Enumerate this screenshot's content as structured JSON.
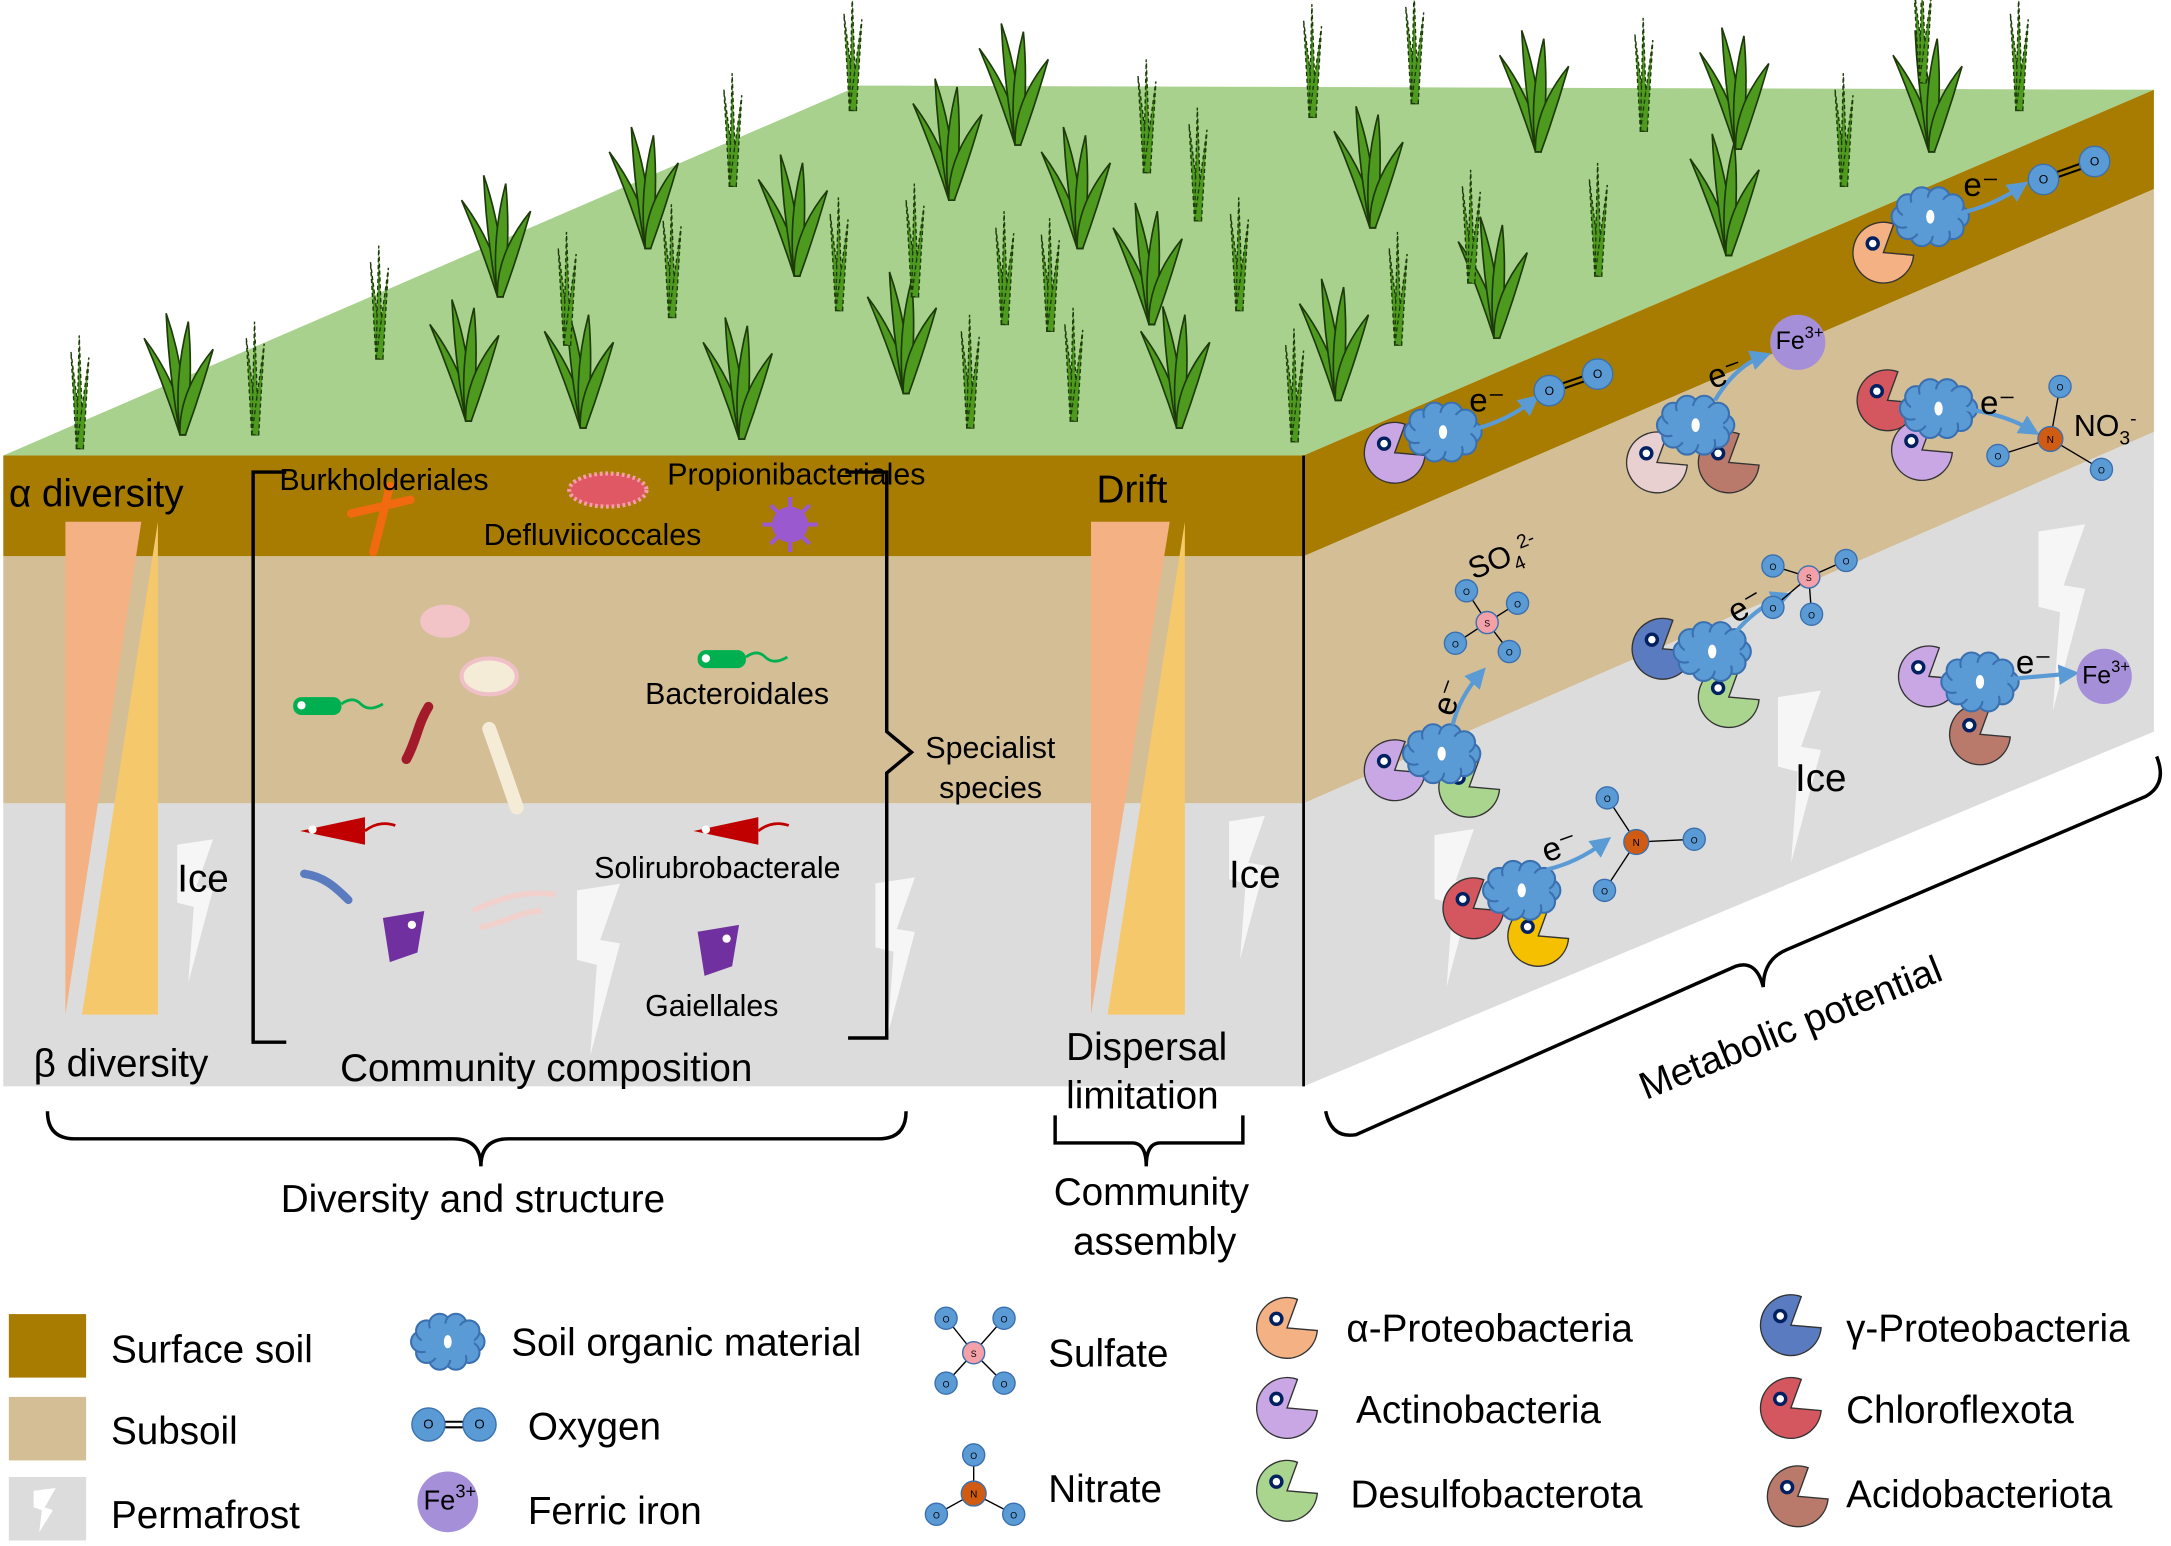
{
  "colors": {
    "vegetation_surface": "#a9d18e",
    "surface_soil": "#a87c00",
    "subsoil": "#d4be96",
    "permafrost": "#dcdcdc",
    "grass": "#4e9a1e",
    "organic_material": "#5b9bd5",
    "alpha_proteobacteria": "#f4b183",
    "gamma_proteobacteria": "#5a7bbf",
    "actinobacteria": "#c9a7e4",
    "chloroflexota": "#d45760",
    "desulfobacterota": "#a9d58e",
    "acidobacteriota": "#b97a6c",
    "ferric_iron": "#a58fd8",
    "sulfur_atom": "#f4a0a8",
    "nitrogen_atom": "#d05b12",
    "alpha_wedge": "#f4b183",
    "beta_wedge": "#f6c86c"
  },
  "front": {
    "alpha_diversity": "α diversity",
    "beta_diversity": "β diversity",
    "community_composition": "Community composition",
    "specialist_species": [
      "Specialist",
      "species"
    ],
    "taxa": {
      "burkholderiales": "Burkholderiales",
      "propionibacteriales": "Propionibacteriales",
      "defluviicoccales": "Defluviicoccales",
      "bacteroidales": "Bacteroidales",
      "solirubrobacterale": "Solirubrobacterale",
      "gaiellales": "Gaiellales"
    },
    "ice": "Ice",
    "drift": "Drift",
    "dispersal_limitation": [
      "Dispersal",
      "limitation"
    ]
  },
  "side": {
    "ice": "Ice",
    "electron": "e⁻",
    "sulfate_formula": "SO",
    "sulfate_sub": "4",
    "sulfate_sup": "2-",
    "nitrate_formula": "NO",
    "nitrate_sub": "3",
    "nitrate_sup": "-",
    "ferric": "Fe",
    "ferric_sup": "3+",
    "atom_o": "O",
    "atom_s": "S",
    "atom_n": "N"
  },
  "groups": {
    "diversity_structure": "Diversity and structure",
    "community_assembly": [
      "Community",
      "assembly"
    ],
    "metabolic_potential": "Metabolic potential"
  },
  "legend": {
    "layers": [
      {
        "label": "Surface soil",
        "color": "#a87c00"
      },
      {
        "label": "Subsoil",
        "color": "#d4be96"
      },
      {
        "label": "Permafrost",
        "color": "#dcdcdc"
      }
    ],
    "substrates": {
      "organic": "Soil organic material",
      "oxygen": "Oxygen",
      "ferric": "Ferric iron",
      "sulfate": "Sulfate",
      "nitrate": "Nitrate"
    },
    "taxa": [
      {
        "label": "α-Proteobacteria",
        "color": "#f4b183"
      },
      {
        "label": "Actinobacteria",
        "color": "#c9a7e4"
      },
      {
        "label": "Desulfobacterota",
        "color": "#a9d58e"
      },
      {
        "label": "γ-Proteobacteria",
        "color": "#5a7bbf"
      },
      {
        "label": "Chloroflexota",
        "color": "#d45760"
      },
      {
        "label": "Acidobacteriota",
        "color": "#b97a6c"
      }
    ]
  }
}
